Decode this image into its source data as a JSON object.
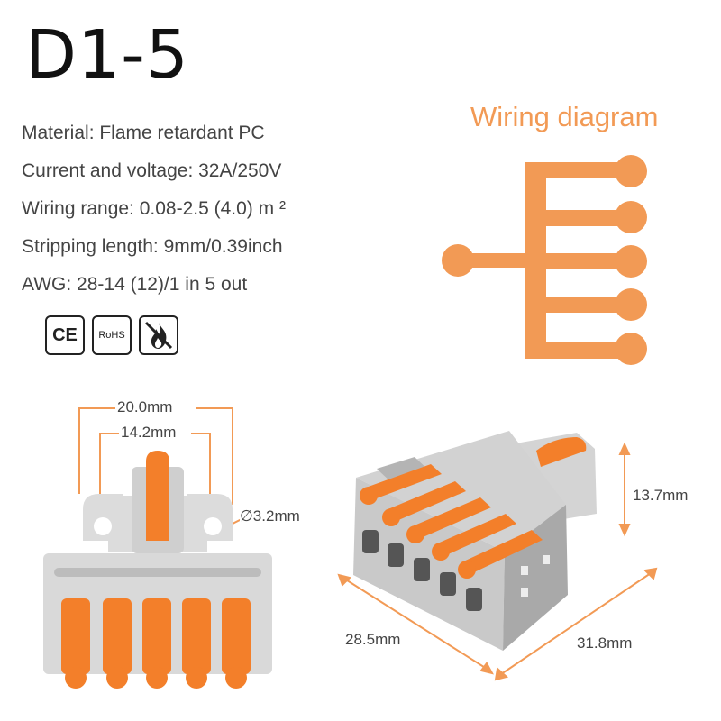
{
  "title": "D1-5",
  "specs": [
    "Material: Flame retardant PC",
    "Current and voltage: 32A/250V",
    "Wiring range: 0.08-2.5 (4.0) m ²",
    "Stripping length: 9mm/0.39inch",
    "AWG: 28-14 (12)/1 in 5 out"
  ],
  "certifications": {
    "ce": "CE",
    "rohs": "RoHS",
    "flame": "flame-retardant-icon"
  },
  "wiring_diagram": {
    "title": "Wiring diagram",
    "inputs": 1,
    "outputs": 5
  },
  "dimensions": {
    "outer_width": "20.0mm",
    "inner_width": "14.2mm",
    "hole": "∅3.2mm",
    "height": "13.7mm",
    "depth": "28.5mm",
    "length": "31.8mm"
  },
  "colors": {
    "accent": "#f29a55",
    "lever": "#f37f2a",
    "housing": "#d9d9d9"
  }
}
